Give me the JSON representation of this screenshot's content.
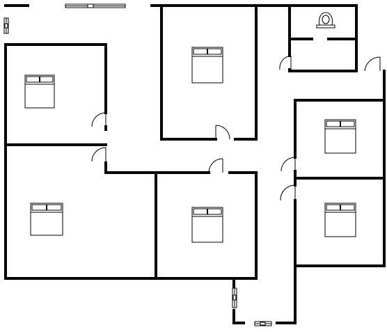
{
  "plan": {
    "rooms": [
      {
        "id": "room-top-left",
        "bed": true
      },
      {
        "id": "room-bottom-left",
        "bed": true
      },
      {
        "id": "room-top-center",
        "bed": true
      },
      {
        "id": "room-bottom-center",
        "bed": true
      },
      {
        "id": "room-right-upper",
        "bed": true
      },
      {
        "id": "room-right-lower",
        "bed": true
      },
      {
        "id": "bathroom",
        "bed": false
      }
    ],
    "icons": {
      "bed": "bed-icon",
      "toilet": "toilet-icon",
      "door": "door-swing-icon",
      "window": "window-icon"
    },
    "colors": {
      "wall": "#000000",
      "background": "#ffffff"
    }
  }
}
